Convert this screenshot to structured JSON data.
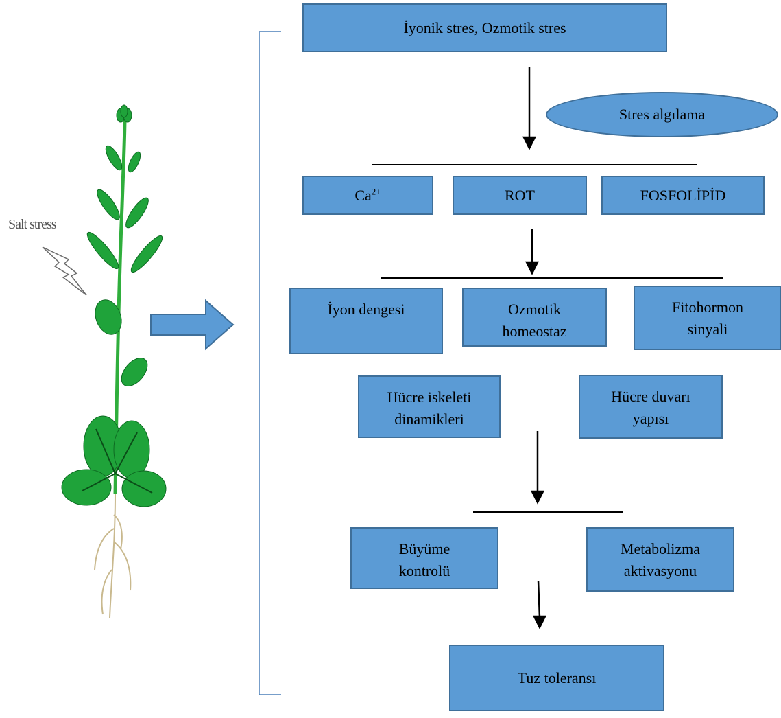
{
  "plant": {
    "label": "Salt stress"
  },
  "boxes": {
    "stress": "İyonik stres, Ozmotik stres",
    "perception": "Stres algılama",
    "ca_base": "Ca",
    "ca_sup": "2+",
    "rot": "ROT",
    "phospholipid": "FOSFOLİPİD",
    "ion_balance": "İyon dengesi",
    "osmotic_line1": "Ozmotik",
    "osmotic_line2": "homeostaz",
    "phyto_line1": "Fitohormon",
    "phyto_line2": "sinyali",
    "cyto_line1": "Hücre iskeleti",
    "cyto_line2": "dinamikleri",
    "wall_line1": "Hücre duvarı",
    "wall_line2": "yapısı",
    "growth_line1": "Büyüme",
    "growth_line2": "kontrolü",
    "metab_line1": "Metabolizma",
    "metab_line2": "aktivasyonu",
    "tolerance": "Tuz toleransı"
  },
  "colors": {
    "box_fill": "#5b9bd5",
    "box_border": "#3f6f99",
    "leaf": "#1fa33a",
    "stem": "#2fae3c"
  }
}
